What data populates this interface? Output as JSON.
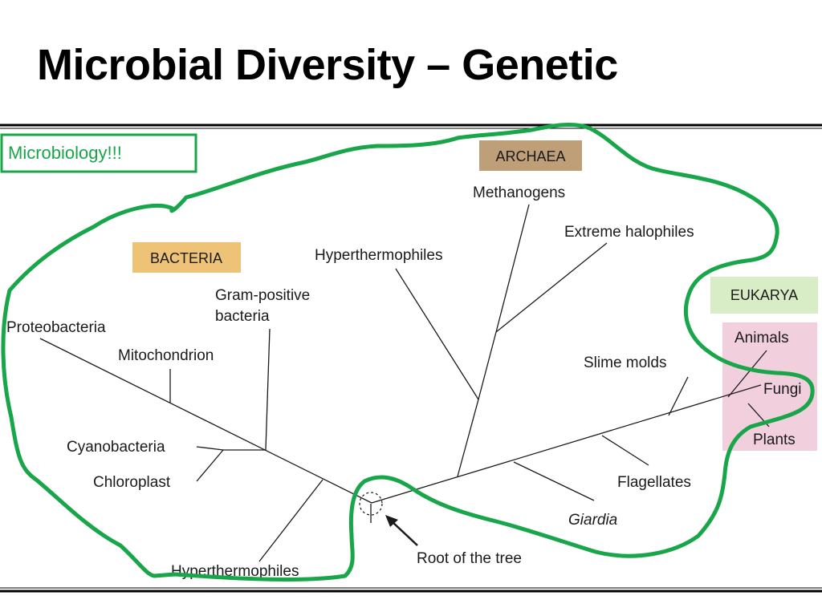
{
  "slide": {
    "title": "Microbial Diversity – Genetic"
  },
  "annotation": {
    "text": "Microbiology!!!",
    "color": "#19a64a"
  },
  "domains": {
    "bacteria": {
      "label": "BACTERIA",
      "color": "#eec277"
    },
    "archaea": {
      "label": "ARCHAEA",
      "color": "#bf9f78"
    },
    "eukarya": {
      "label": "EUKARYA",
      "color": "#d8edc6",
      "box_color": "#f1cfdc"
    }
  },
  "labels": {
    "proteobacteria": "Proteobacteria",
    "mitochondrion": "Mitochondrion",
    "gram_positive_1": "Gram-positive",
    "gram_positive_2": "bacteria",
    "cyanobacteria": "Cyanobacteria",
    "chloroplast": "Chloroplast",
    "hyperthermophiles_bacteria": "Hyperthermophiles",
    "methanogens": "Methanogens",
    "extreme_halophiles": "Extreme halophiles",
    "hyperthermophiles_archaea": "Hyperthermophiles",
    "slime_molds": "Slime molds",
    "animals": "Animals",
    "fungi": "Fungi",
    "plants": "Plants",
    "flagellates": "Flagellates",
    "giardia": "Giardia",
    "root": "Root of the tree"
  }
}
